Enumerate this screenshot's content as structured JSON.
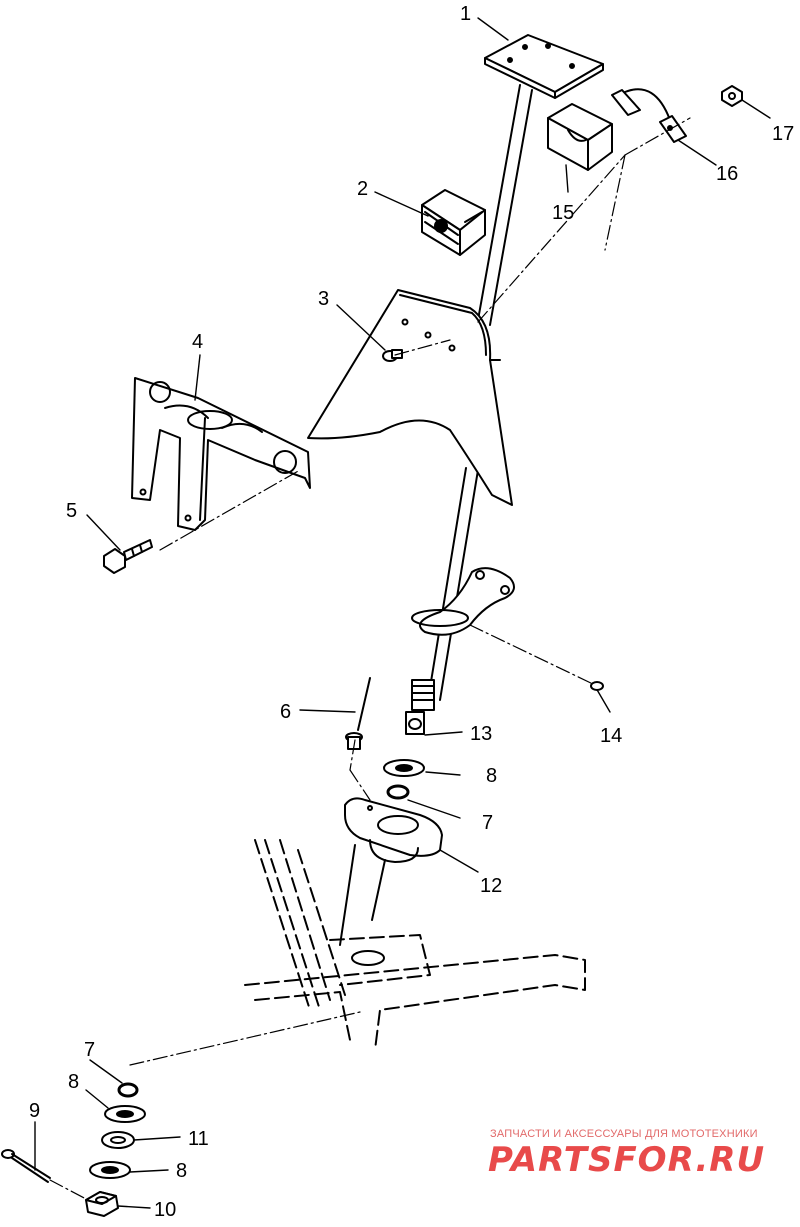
{
  "callouts": [
    "1",
    "2",
    "3",
    "4",
    "5",
    "6",
    "7",
    "8",
    "7",
    "8",
    "9",
    "10",
    "11",
    "8",
    "12",
    "13",
    "14",
    "15",
    "16",
    "17"
  ],
  "watermark": {
    "subtitle": "ЗАПЧАСТИ И АКСЕССУАРЫ ДЛЯ МОТОТЕХНИКИ",
    "logo": "PARTSFOR.RU",
    "color": "#e84a4a"
  },
  "line_color": "#000000"
}
